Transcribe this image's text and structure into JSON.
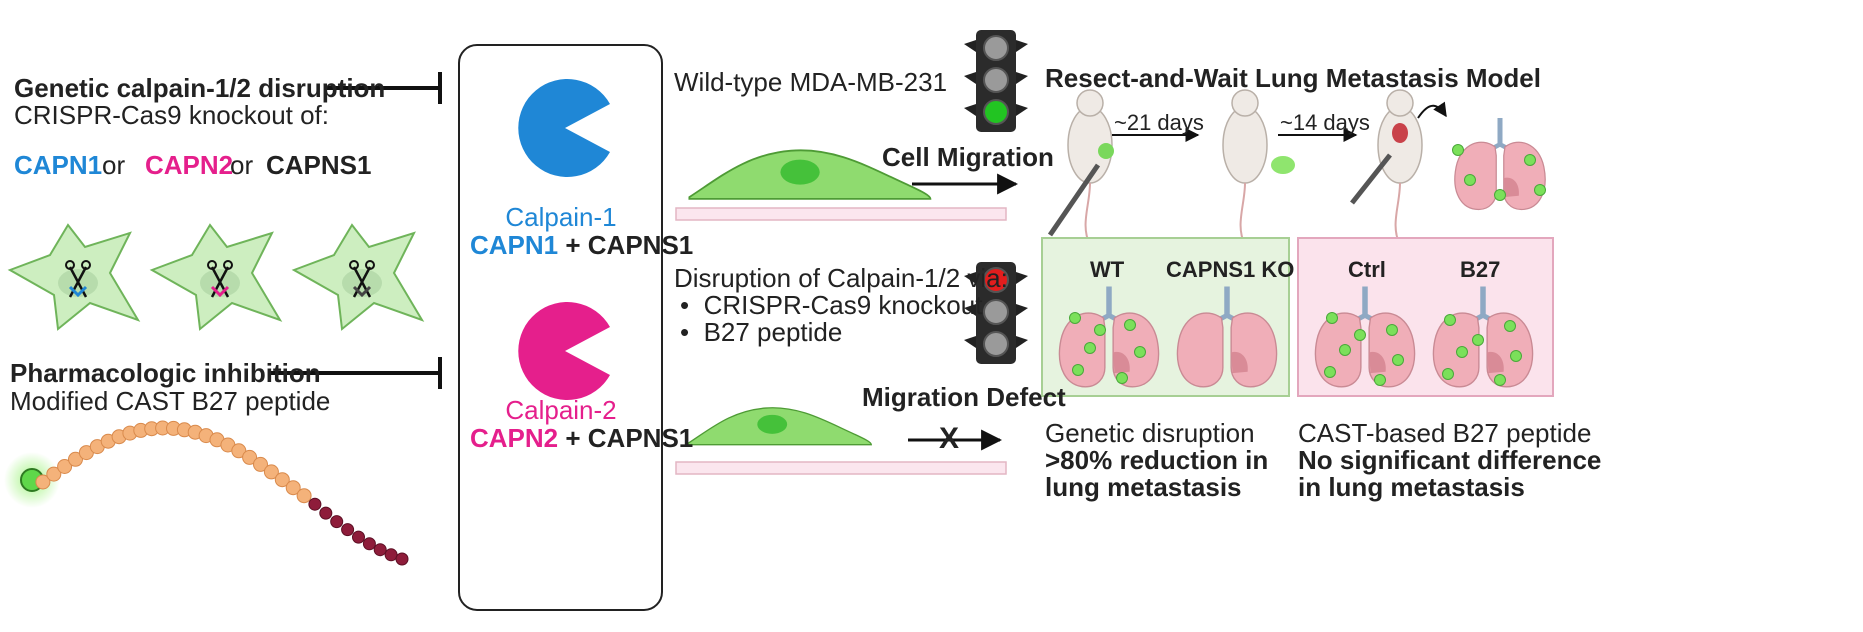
{
  "left": {
    "genetic_title": "Genetic calpain-1/2 disruption",
    "genetic_sub": "CRISPR-Cas9 knockout of:",
    "capn1": "CAPN1",
    "or1": "or",
    "capn2": "CAPN2",
    "or2": "or",
    "capns1": "CAPNS1",
    "pharm_title": "Pharmacologic inhibition",
    "pharm_sub": "Modified CAST B27 peptide"
  },
  "center": {
    "calpain1_name": "Calpain-1",
    "calpain1_gene_a": "CAPN1",
    "calpain1_plus": " + ",
    "calpain1_gene_b": "CAPNS1",
    "calpain2_name": "Calpain-2",
    "calpain2_gene_a": "CAPN2",
    "calpain2_plus": " + ",
    "calpain2_gene_b": "CAPNS1"
  },
  "migration": {
    "wildtype": "Wild-type MDA-MB-231",
    "cell_migration": "Cell Migration",
    "disruption_title": "Disruption of Calpain-1/2 via:",
    "bullet1": "CRISPR-Cas9 knockout",
    "bullet2": "B27 peptide",
    "migration_defect": "Migration Defect",
    "x_mark": "X"
  },
  "model": {
    "title": "Resect-and-Wait Lung Metastasis Model",
    "days1": "~21 days",
    "days2": "~14 days"
  },
  "results": {
    "wt": "WT",
    "capns1_ko": "CAPNS1 KO",
    "ctrl": "Ctrl",
    "b27": "B27",
    "genetic_label": "Genetic disruption",
    "genetic_result_1": ">80% reduction in",
    "genetic_result_2": "lung metastasis",
    "cast_label": "CAST-based B27 peptide",
    "cast_result_1": "No significant difference",
    "cast_result_2": "in lung metastasis"
  },
  "colors": {
    "capn1_blue": "#1f87d6",
    "capn2_pink": "#e51f8c",
    "cell_green": "#8fdb6f",
    "lung_pink": "#f0aeb8",
    "wt_panel": "#e6f3df",
    "b27_panel": "#fbe3ec"
  }
}
